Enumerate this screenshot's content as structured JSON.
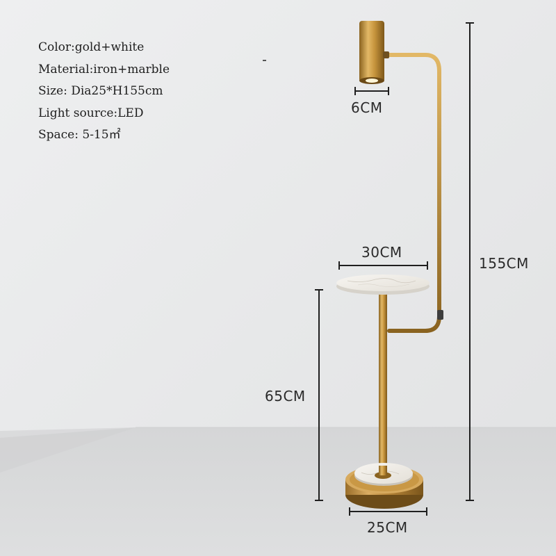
{
  "specs": [
    "Color:gold+white",
    "Material:iron+marble",
    "Size: Dia25*H155cm",
    "Light source:LED",
    "Space: 5-15㎡"
  ],
  "dimensions": {
    "head_width": "6CM",
    "tray_diameter": "30CM",
    "total_height": "155CM",
    "tray_height": "65CM",
    "base_diameter": "25CM"
  },
  "colors": {
    "gold": "#c8963e",
    "marble": "#f1eee8",
    "wall": "#e9eaeb",
    "floor": "#d9dadb"
  }
}
